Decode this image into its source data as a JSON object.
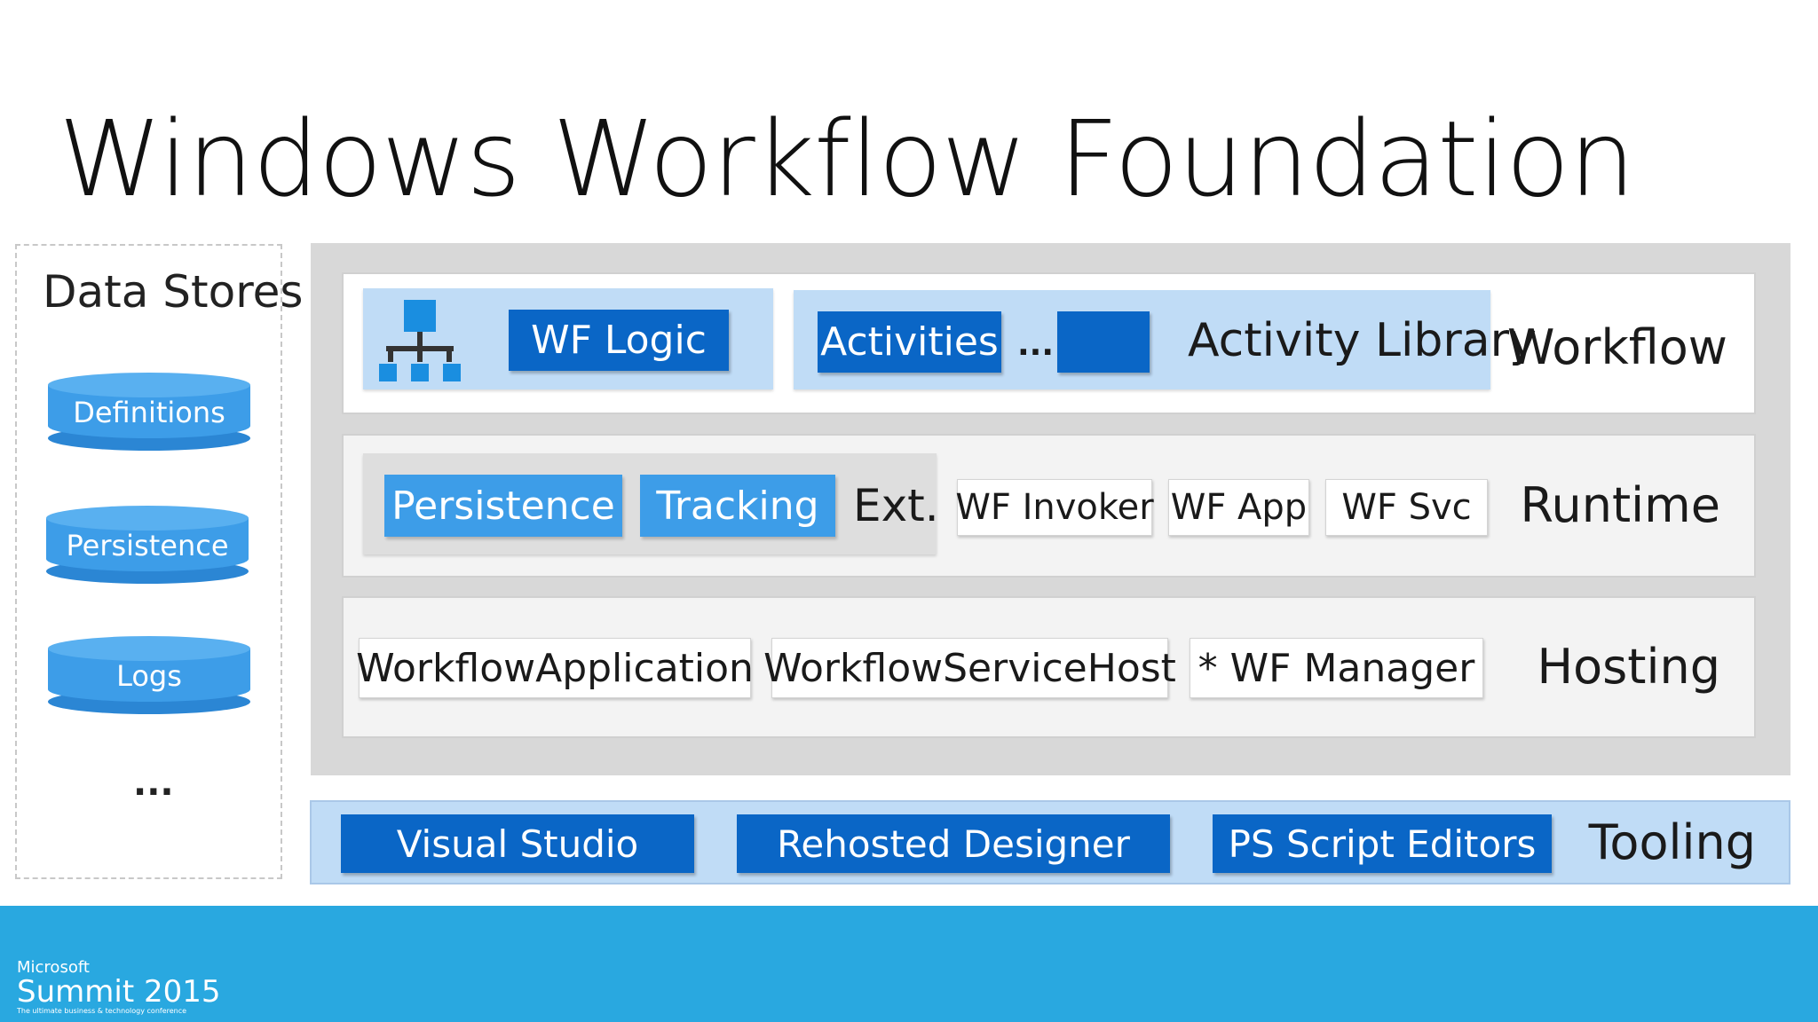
{
  "title": "Windows Workflow Foundation",
  "data_stores": {
    "title": "Data Stores",
    "items": [
      "Definitions",
      "Persistence",
      "Logs"
    ],
    "ellipsis": "..."
  },
  "workflow_layer": {
    "label": "Workflow",
    "wf_logic": "WF Logic",
    "activities": "Activities",
    "ellipsis": "...",
    "activity_library": "Activity Library",
    "icon": "hierarchy-icon"
  },
  "runtime_layer": {
    "label": "Runtime",
    "persistence": "Persistence",
    "tracking": "Tracking",
    "ext": "Ext.",
    "invokers": [
      "WF Invoker",
      "WF App",
      "WF Svc"
    ]
  },
  "hosting_layer": {
    "label": "Hosting",
    "hosts": [
      "WorkflowApplication",
      "WorkflowServiceHost",
      "* WF Manager"
    ]
  },
  "tooling_layer": {
    "label": "Tooling",
    "tools": [
      "Visual Studio",
      "Rehosted Designer",
      "PS Script Editors"
    ]
  },
  "footer": {
    "company": "Microsoft",
    "event": "Summit 2015",
    "tagline": "The ultimate business & technology conference"
  },
  "colors": {
    "dark_blue": "#0a66c6",
    "medium_blue": "#3d9de8",
    "light_blue": "#c0dcf6",
    "footer_blue": "#29a8e0",
    "container_gray": "#d8d8d8"
  }
}
